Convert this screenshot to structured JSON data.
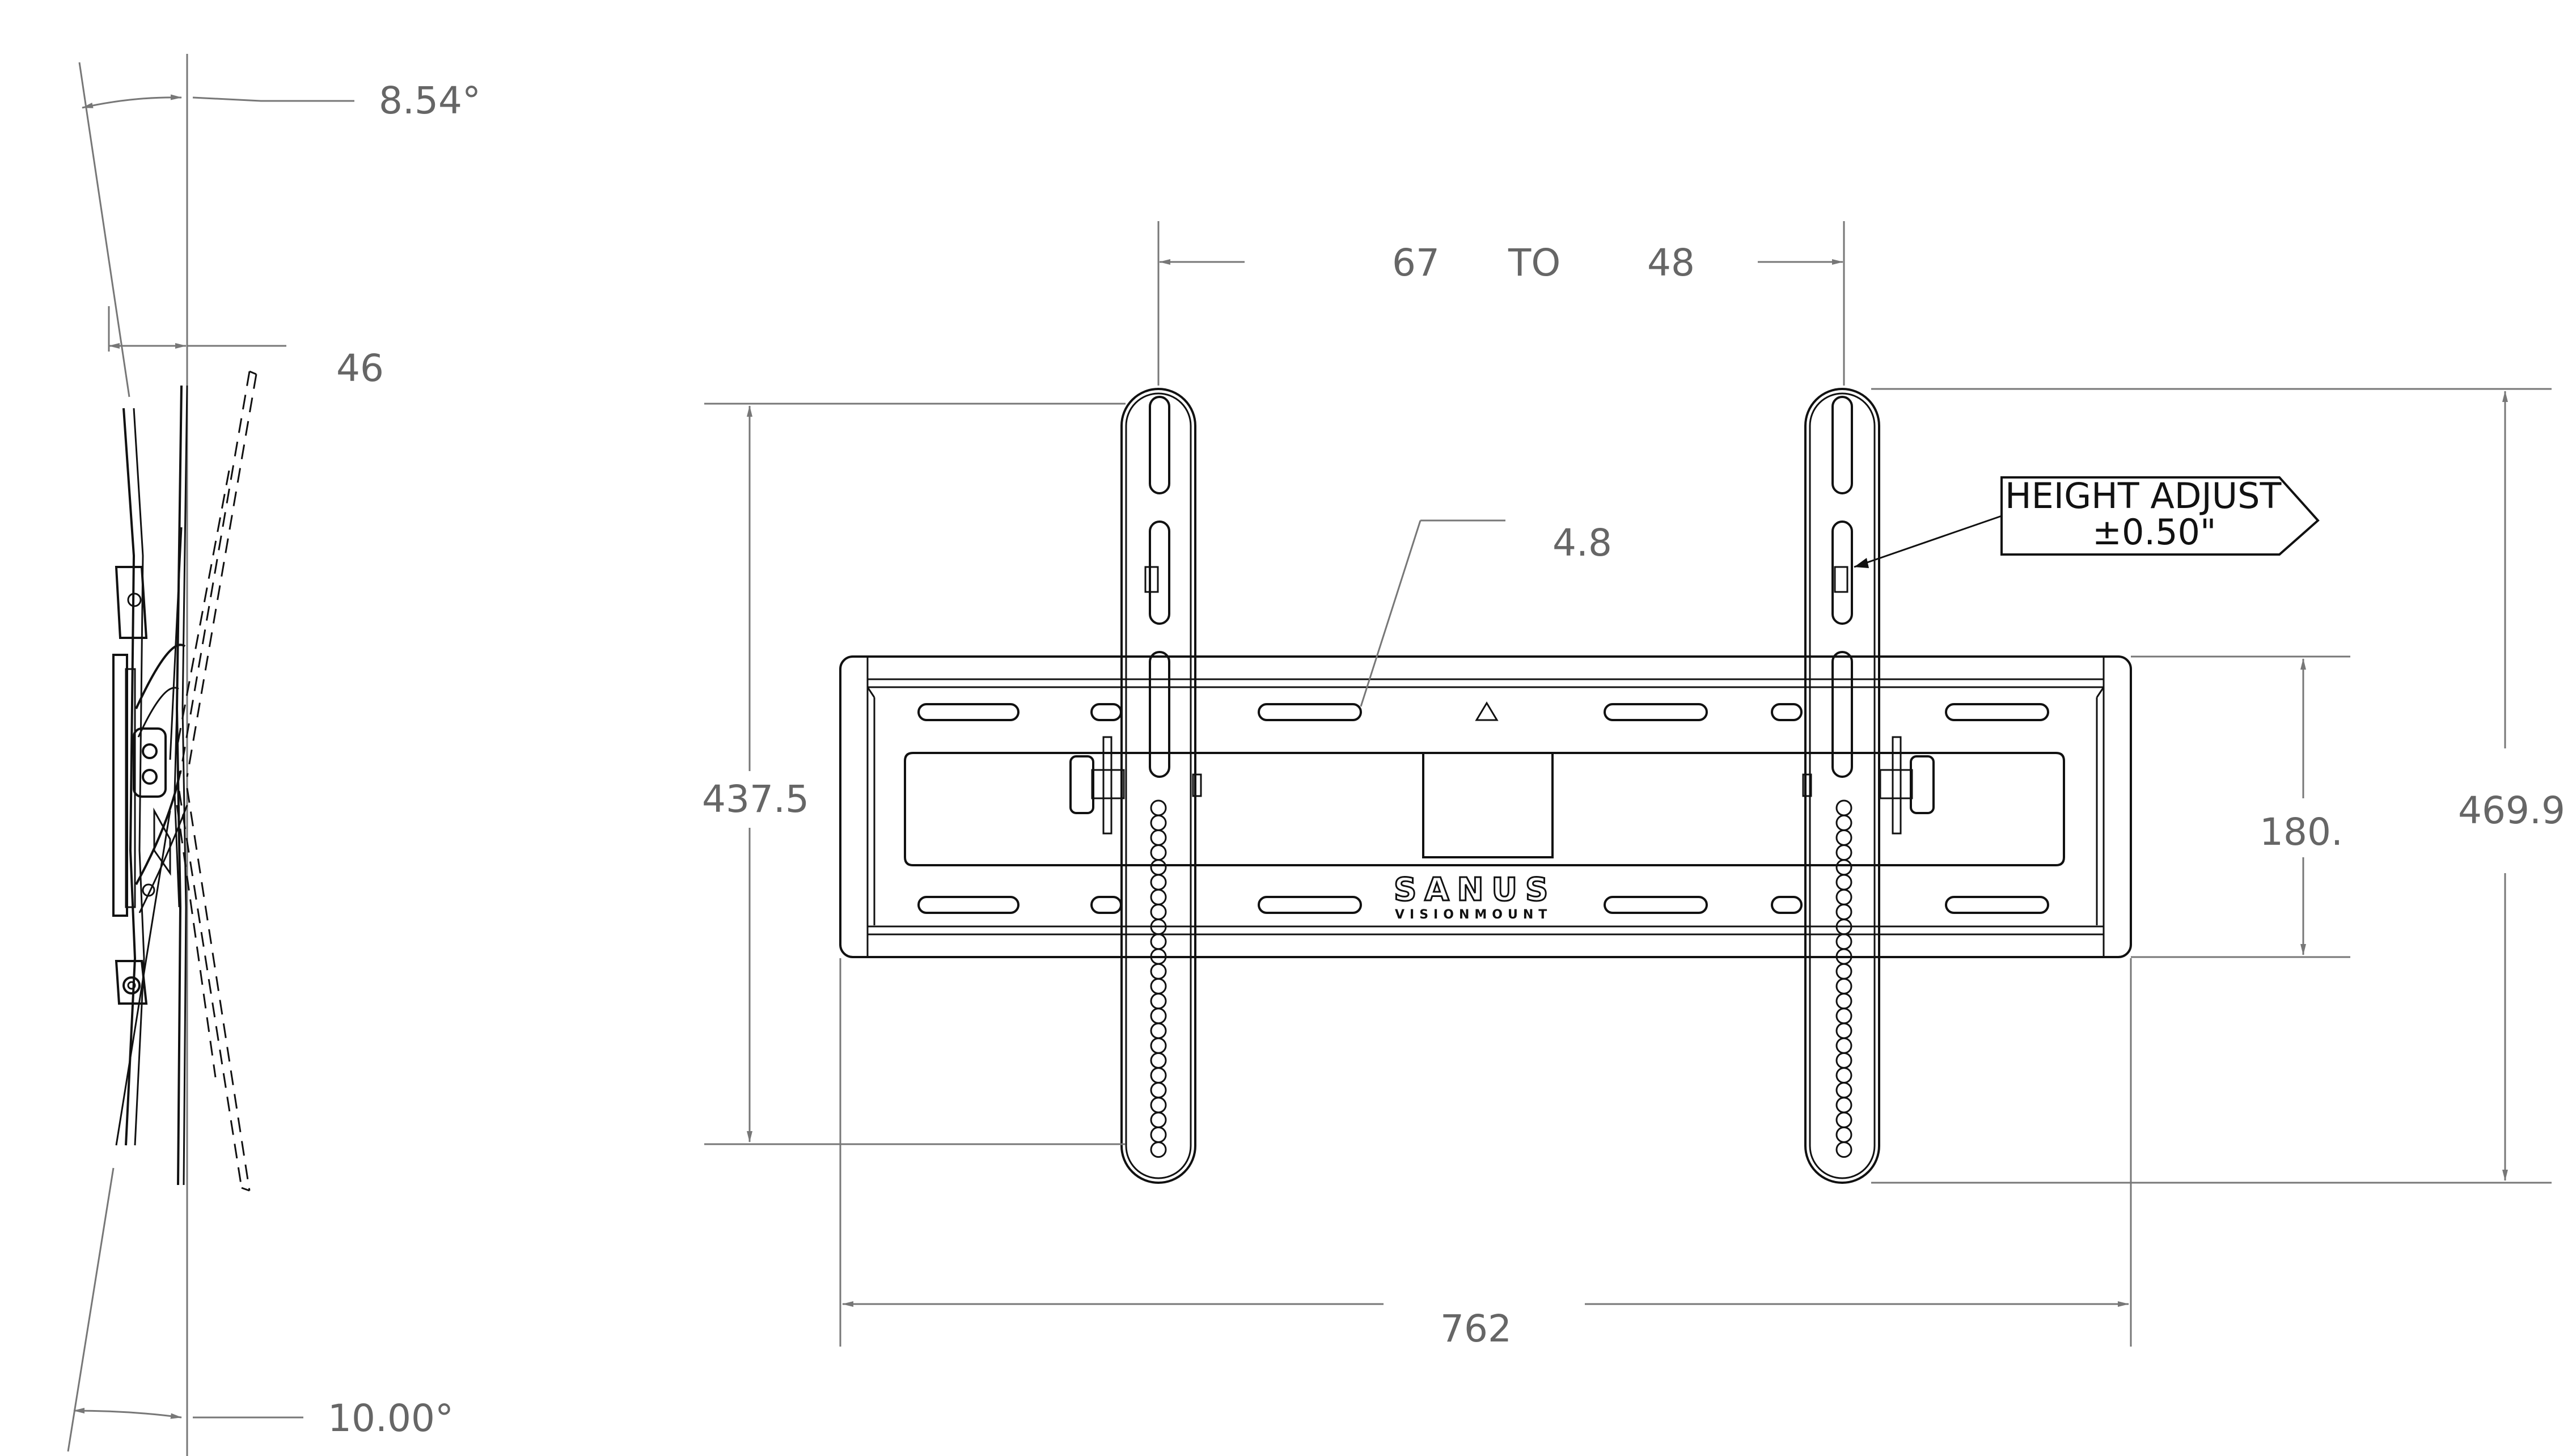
{
  "side_view": {
    "tilt_forward_angle": "8.54°",
    "tilt_back_angle": "10.00°",
    "depth": "46"
  },
  "front_view": {
    "stud_spacing_min": "67",
    "stud_spacing_separator": "TO",
    "stud_spacing_max": "48",
    "slot_width": "4.8",
    "bracket_height": "437.5",
    "plate_height": "180.",
    "overall_height": "469.9",
    "overall_width": "762",
    "height_adjust_label": "HEIGHT ADJUST",
    "height_adjust_value": "±0.50\"",
    "logo_brand": "SANUS",
    "logo_sub": "VISIONMOUNT"
  }
}
